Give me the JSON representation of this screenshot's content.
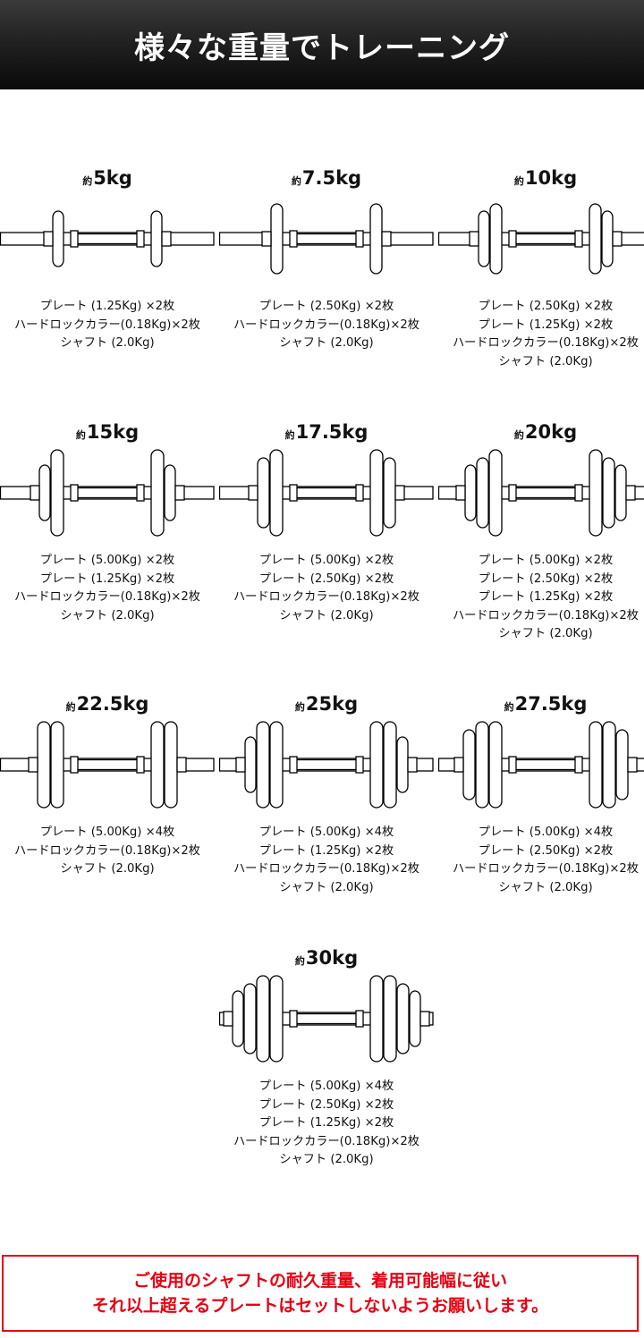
{
  "header": {
    "title": "様々な重量でトレーニング"
  },
  "prefix": "約",
  "configs": [
    {
      "weight": "5kg",
      "plates": [
        "1.25"
      ],
      "specs": [
        "プレート (1.25Kg) ×2枚",
        "ハードロックカラー(0.18Kg)×2枚",
        "シャフト (2.0Kg)"
      ]
    },
    {
      "weight": "7.5kg",
      "plates": [
        "2.5"
      ],
      "specs": [
        "プレート (2.50Kg) ×2枚",
        "ハードロックカラー(0.18Kg)×2枚",
        "シャフト (2.0Kg)"
      ]
    },
    {
      "weight": "10kg",
      "plates": [
        "2.5",
        "1.25"
      ],
      "specs": [
        "プレート (2.50Kg) ×2枚",
        "プレート (1.25Kg) ×2枚",
        "ハードロックカラー(0.18Kg)×2枚",
        "シャフト (2.0Kg)"
      ]
    },
    {
      "weight": "15kg",
      "plates": [
        "5",
        "1.25"
      ],
      "specs": [
        "プレート (5.00Kg) ×2枚",
        "プレート (1.25Kg) ×2枚",
        "ハードロックカラー(0.18Kg)×2枚",
        "シャフト (2.0Kg)"
      ]
    },
    {
      "weight": "17.5kg",
      "plates": [
        "5",
        "2.5"
      ],
      "specs": [
        "プレート (5.00Kg) ×2枚",
        "プレート (2.50Kg) ×2枚",
        "ハードロックカラー(0.18Kg)×2枚",
        "シャフト (2.0Kg)"
      ]
    },
    {
      "weight": "20kg",
      "plates": [
        "5",
        "2.5",
        "1.25"
      ],
      "specs": [
        "プレート (5.00Kg) ×2枚",
        "プレート (2.50Kg) ×2枚",
        "プレート (1.25Kg) ×2枚",
        "ハードロックカラー(0.18Kg)×2枚",
        "シャフト (2.0Kg)"
      ]
    },
    {
      "weight": "22.5kg",
      "plates": [
        "5",
        "5"
      ],
      "specs": [
        "プレート (5.00Kg) ×4枚",
        "ハードロックカラー(0.18Kg)×2枚",
        "シャフト (2.0Kg)"
      ]
    },
    {
      "weight": "25kg",
      "plates": [
        "5",
        "5",
        "1.25"
      ],
      "specs": [
        "プレート (5.00Kg) ×4枚",
        "プレート (1.25Kg) ×2枚",
        "ハードロックカラー(0.18Kg)×2枚",
        "シャフト (2.0Kg)"
      ]
    },
    {
      "weight": "27.5kg",
      "plates": [
        "5",
        "5",
        "2.5"
      ],
      "specs": [
        "プレート (5.00Kg) ×4枚",
        "プレート (2.50Kg) ×2枚",
        "ハードロックカラー(0.18Kg)×2枚",
        "シャフト (2.0Kg)"
      ]
    },
    {
      "weight": "30kg",
      "plates": [
        "5",
        "5",
        "2.5",
        "1.25"
      ],
      "specs": [
        "プレート (5.00Kg) ×4枚",
        "プレート (2.50Kg) ×2枚",
        "プレート (1.25Kg) ×2枚",
        "ハードロックカラー(0.18Kg)×2枚",
        "シャフト (2.0Kg)"
      ]
    }
  ],
  "notice": {
    "line1": "ご使用のシャフトの耐久重量、着用可能幅に従い",
    "line2": "それ以上超えるプレートはセットしないようお願いします。"
  }
}
